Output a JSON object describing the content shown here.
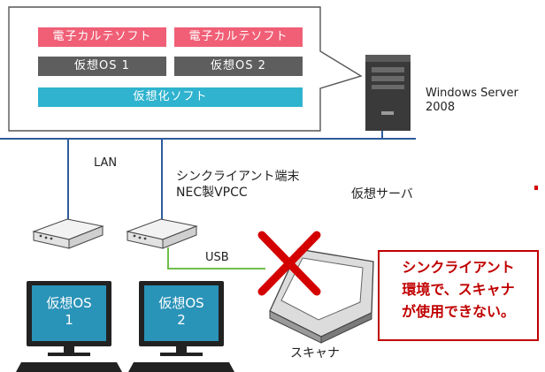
{
  "vm_box": {
    "app_left": "電子カルテソフト",
    "app_right": "電子カルテソフト",
    "os_left": "仮想OS 1",
    "os_right": "仮想OS 2",
    "hypervisor": "仮想化ソフト"
  },
  "server": {
    "os_line1": "Windows Server",
    "os_line2": "2008",
    "label": "仮想サーバ"
  },
  "network": {
    "lan_label": "LAN",
    "usb_label": "USB"
  },
  "thin_client": {
    "label_line1": "シンクライアント端末",
    "label_line2": "NEC製VPCC"
  },
  "pc_left": {
    "screen_line1": "仮想OS",
    "screen_line2": "1"
  },
  "pc_right": {
    "screen_line1": "仮想OS",
    "screen_line2": "2"
  },
  "scanner": {
    "label": "スキャナ"
  },
  "warning": {
    "line1": "シンクライアント",
    "line2": "環境で、スキャナ",
    "line3": "が使用できない。"
  },
  "colors": {
    "lan_line": "#2e5b9a",
    "usb_line": "#6fbf4a",
    "warning": "#c00000",
    "bar_pink": "#f05f76",
    "bar_gray": "#5e5e5e",
    "bar_cyan": "#2fb3cf"
  }
}
